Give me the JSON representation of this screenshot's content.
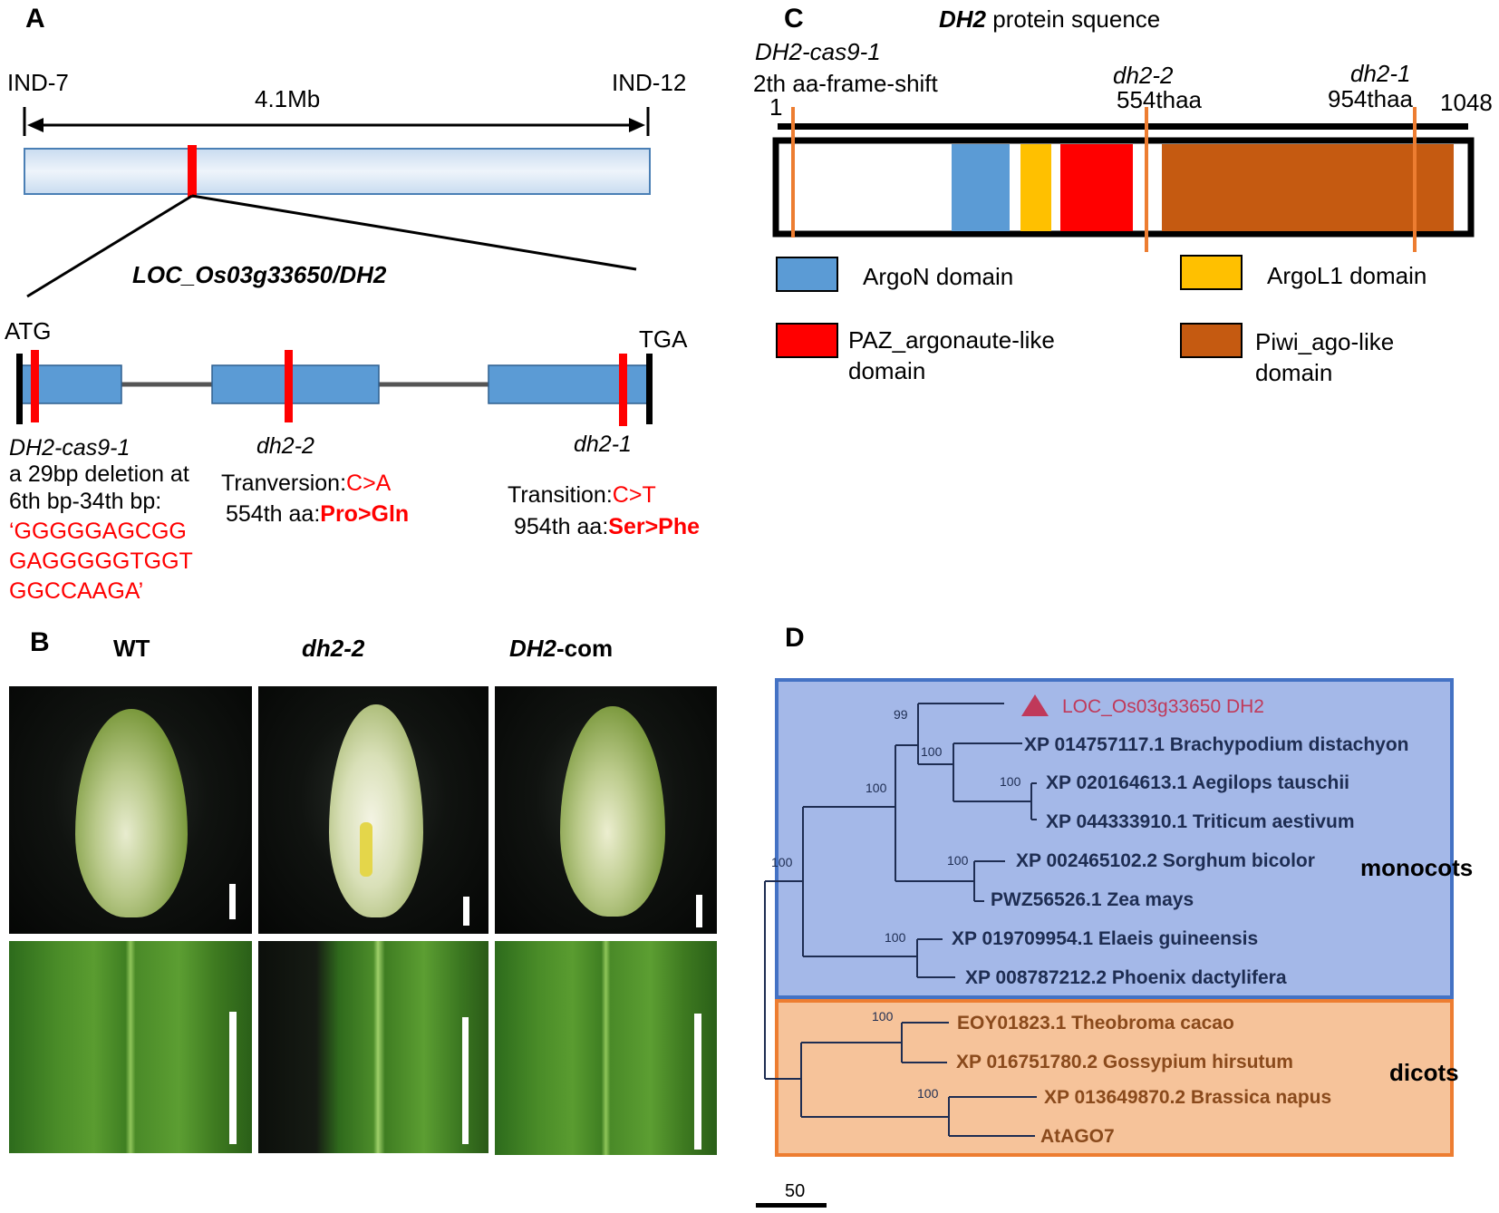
{
  "panels": {
    "a": "A",
    "b": "B",
    "c": "C",
    "d": "D"
  },
  "panel_a": {
    "marker_left": "IND-7",
    "marker_right": "IND-12",
    "distance": "4.1Mb",
    "gene_title": "LOC_Os03g33650/DH2",
    "start_codon": "ATG",
    "stop_codon": "TGA",
    "mutants": {
      "cas9": {
        "name": "DH2-cas9-1",
        "desc_line1": "a 29bp deletion at",
        "desc_line2": "6th bp-34th bp:",
        "seq_line1": "‘GGGGGAGCGG",
        "seq_line2": "GAGGGGGTGGT",
        "seq_line3": "GGCCAAGA’"
      },
      "dh2_2": {
        "name": "dh2-2",
        "change_prefix": "Tranversion:",
        "change_value": "C>A",
        "aa_prefix": "554th aa:",
        "aa_value": "Pro>Gln"
      },
      "dh2_1": {
        "name": "dh2-1",
        "change_prefix": "Transition:",
        "change_value": "C>T",
        "aa_prefix": "954th aa:",
        "aa_value": "Ser>Phe"
      }
    }
  },
  "panel_b": {
    "col1": "WT",
    "col2": "dh2-2",
    "col3_italic": "DH2",
    "col3_rest": "-com"
  },
  "panel_c": {
    "title_italic": "DH2",
    "title_rest": " protein squence",
    "marker_cas9_name": "DH2-cas9-1",
    "marker_cas9_desc": "2th aa-frame-shift",
    "pos_start": "1",
    "marker_dh22_name": "dh2-2",
    "marker_dh22_pos": "554thaa",
    "marker_dh21_name": "dh2-1",
    "marker_dh21_pos": "954thaa",
    "pos_end": "1048",
    "legend": {
      "argon": "ArgoN domain",
      "argol1": "ArgoL1 domain",
      "paz_line1": "PAZ_argonaute-like",
      "paz_line2": "domain",
      "piwi_line1": "Piwi_ago-like",
      "piwi_line2": "domain"
    },
    "colors": {
      "argon": "#5b9bd5",
      "argol1": "#ffc000",
      "paz": "#ff0000",
      "piwi": "#c55a11",
      "marker": "#ed7d31"
    }
  },
  "panel_d": {
    "taxa": {
      "t1": "LOC_Os03g33650 DH2",
      "t2": "XP 014757117.1 Brachypodium distachyon",
      "t3": "XP 020164613.1 Aegilops tauschii",
      "t4": "XP 044333910.1 Triticum aestivum",
      "t5": "XP 002465102.2 Sorghum bicolor",
      "t6": "PWZ56526.1 Zea mays",
      "t7": "XP 019709954.1 Elaeis guineensis",
      "t8": "XP 008787212.2 Phoenix dactylifera",
      "t9": "EOY01823.1 Theobroma cacao",
      "t10": "XP 016751780.2 Gossypium hirsutum",
      "t11": "XP 013649870.2 Brassica napus",
      "t12": "AtAGO7"
    },
    "bootstrap": {
      "b99": "99",
      "b100_brachy": "100",
      "b100_aegilops": "100",
      "b100_grass": "100",
      "b100_sorghum": "100",
      "b100_mono": "100",
      "b100_elaeis": "100",
      "b100_theobroma": "100",
      "b100_brassica": "100"
    },
    "group_monocots": "monocots",
    "group_dicots": "dicots",
    "scale": "50",
    "colors": {
      "monocot_box": "#a4b8e8",
      "monocot_border": "#4472c4",
      "dicot_box": "#f6c39a",
      "dicot_border": "#ed7d31",
      "highlight": "#c0395a"
    }
  }
}
